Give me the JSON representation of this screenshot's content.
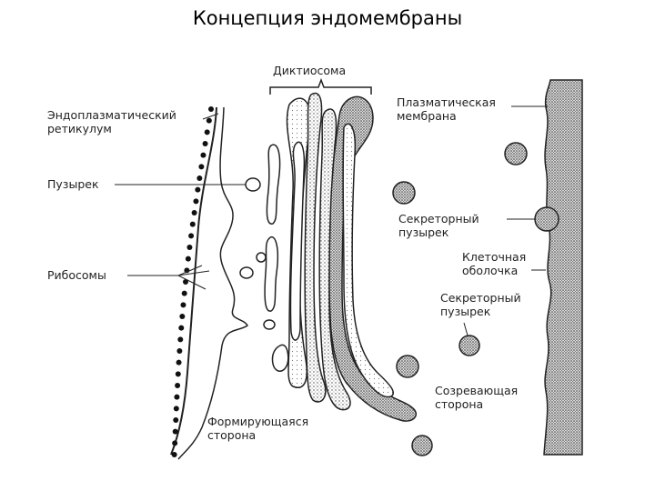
{
  "title": "Концепция эндомембраны",
  "labels": {
    "dictyosome": "Диктиосома",
    "plasma_membrane_1": "Плазматическая",
    "plasma_membrane_2": "мембрана",
    "er_1": "Эндоплазматический",
    "er_2": "ретикулум",
    "vesicle": "Пузырек",
    "secretory_vesicle_top_1": "Секреторный",
    "secretory_vesicle_top_2": "пузырек",
    "cell_wall_1": "Клеточная",
    "cell_wall_2": "оболочка",
    "ribosomes": "Рибосомы",
    "secretory_vesicle_mid_1": "Секреторный",
    "secretory_vesicle_mid_2": "пузырек",
    "maturing_face_1": "Созревающая",
    "maturing_face_2": "сторона",
    "forming_face_1": "Формирующаяся",
    "forming_face_2": "сторона"
  },
  "colors": {
    "ink": "#1a1a1a",
    "stipple": "#555555",
    "wall": "#3a3a3a"
  }
}
